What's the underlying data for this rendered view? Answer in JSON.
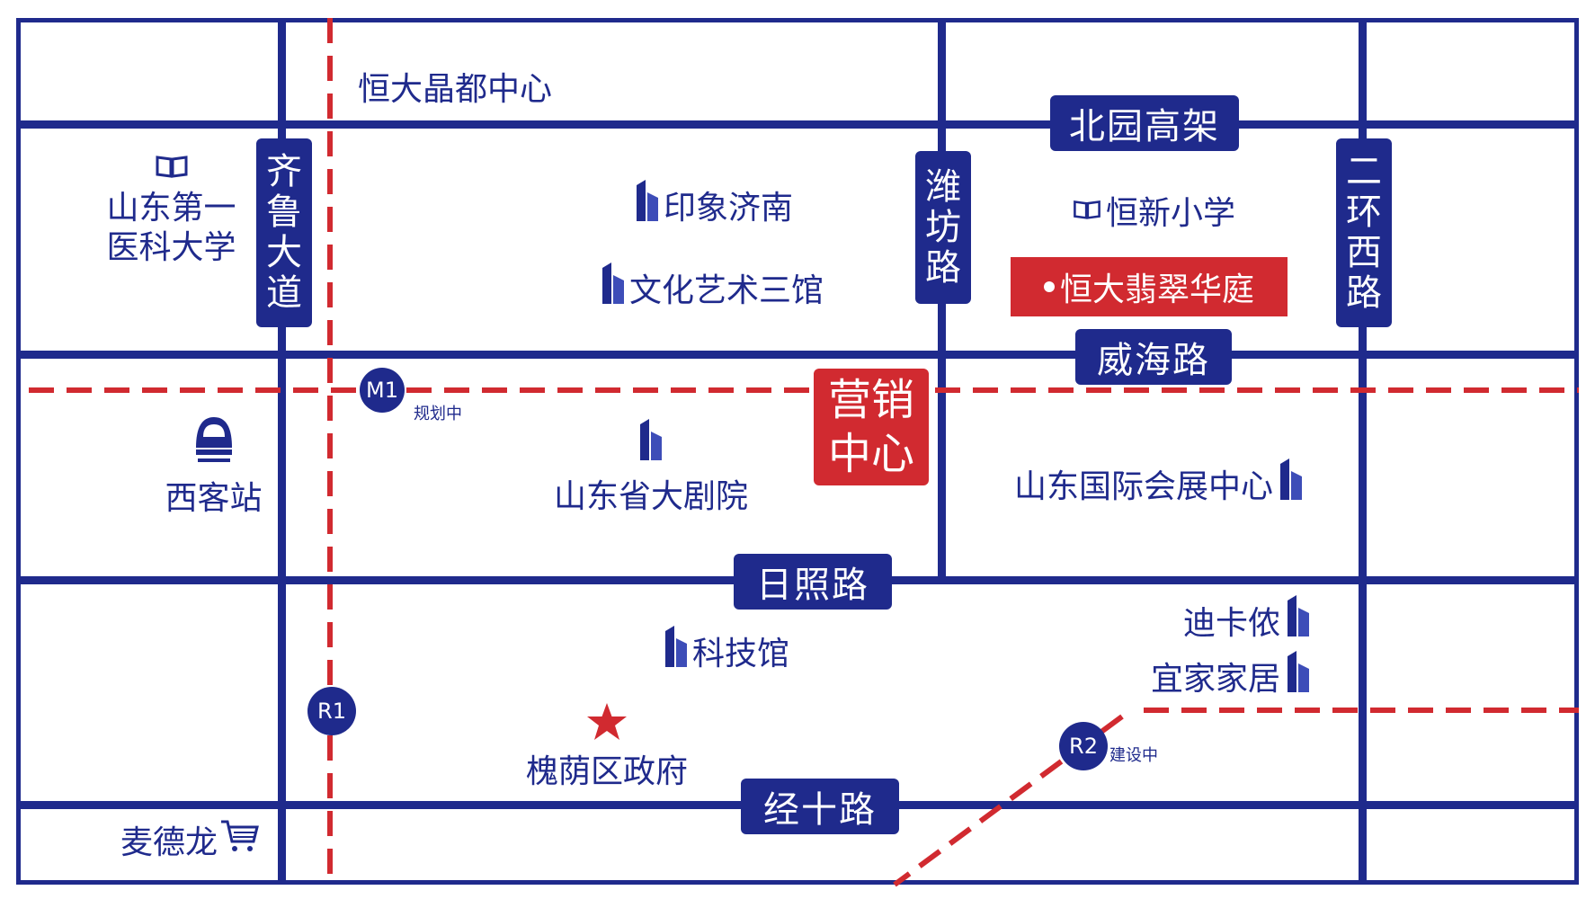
{
  "colors": {
    "road": "#1f2a8c",
    "accent": "#d12a30",
    "background": "#ffffff"
  },
  "roads": {
    "beiyuan": "北园高架",
    "qilu": [
      "齐",
      "鲁",
      "大",
      "道"
    ],
    "weifang": [
      "潍",
      "坊",
      "路"
    ],
    "erhuanxi": [
      "二",
      "环",
      "西",
      "路"
    ],
    "weihai": "威海路",
    "rizhao": "日照路",
    "jingshi": "经十路"
  },
  "pois": {
    "hengda_jingdu": "恒大晶都中心",
    "sdyk_line1": "山东第一",
    "sdyk_line2": "医科大学",
    "yinxiang": "印象济南",
    "wenhua": "文化艺术三馆",
    "hengxin": "恒新小学",
    "hengda_feicui": "恒大翡翠华庭",
    "xikezhan": "西客站",
    "juyuan": "山东省大剧院",
    "huizhan": "山东国际会展中心",
    "dikanong": "迪卡侬",
    "yijia": "宜家家居",
    "kejiguan": "科技馆",
    "huaiyin": "槐荫区政府",
    "maidelong": "麦德龙"
  },
  "sales_center": {
    "line1": "营销",
    "line2": "中心"
  },
  "metro": {
    "m1": "M1",
    "m1_note": "规划中",
    "r1": "R1",
    "r2": "R2",
    "r2_note": "建设中"
  },
  "icons": {
    "book": "book-icon",
    "building": "building-icon",
    "train": "train-icon",
    "star": "star-icon",
    "cart": "shopping-cart-icon",
    "dot": "bullet-icon"
  }
}
